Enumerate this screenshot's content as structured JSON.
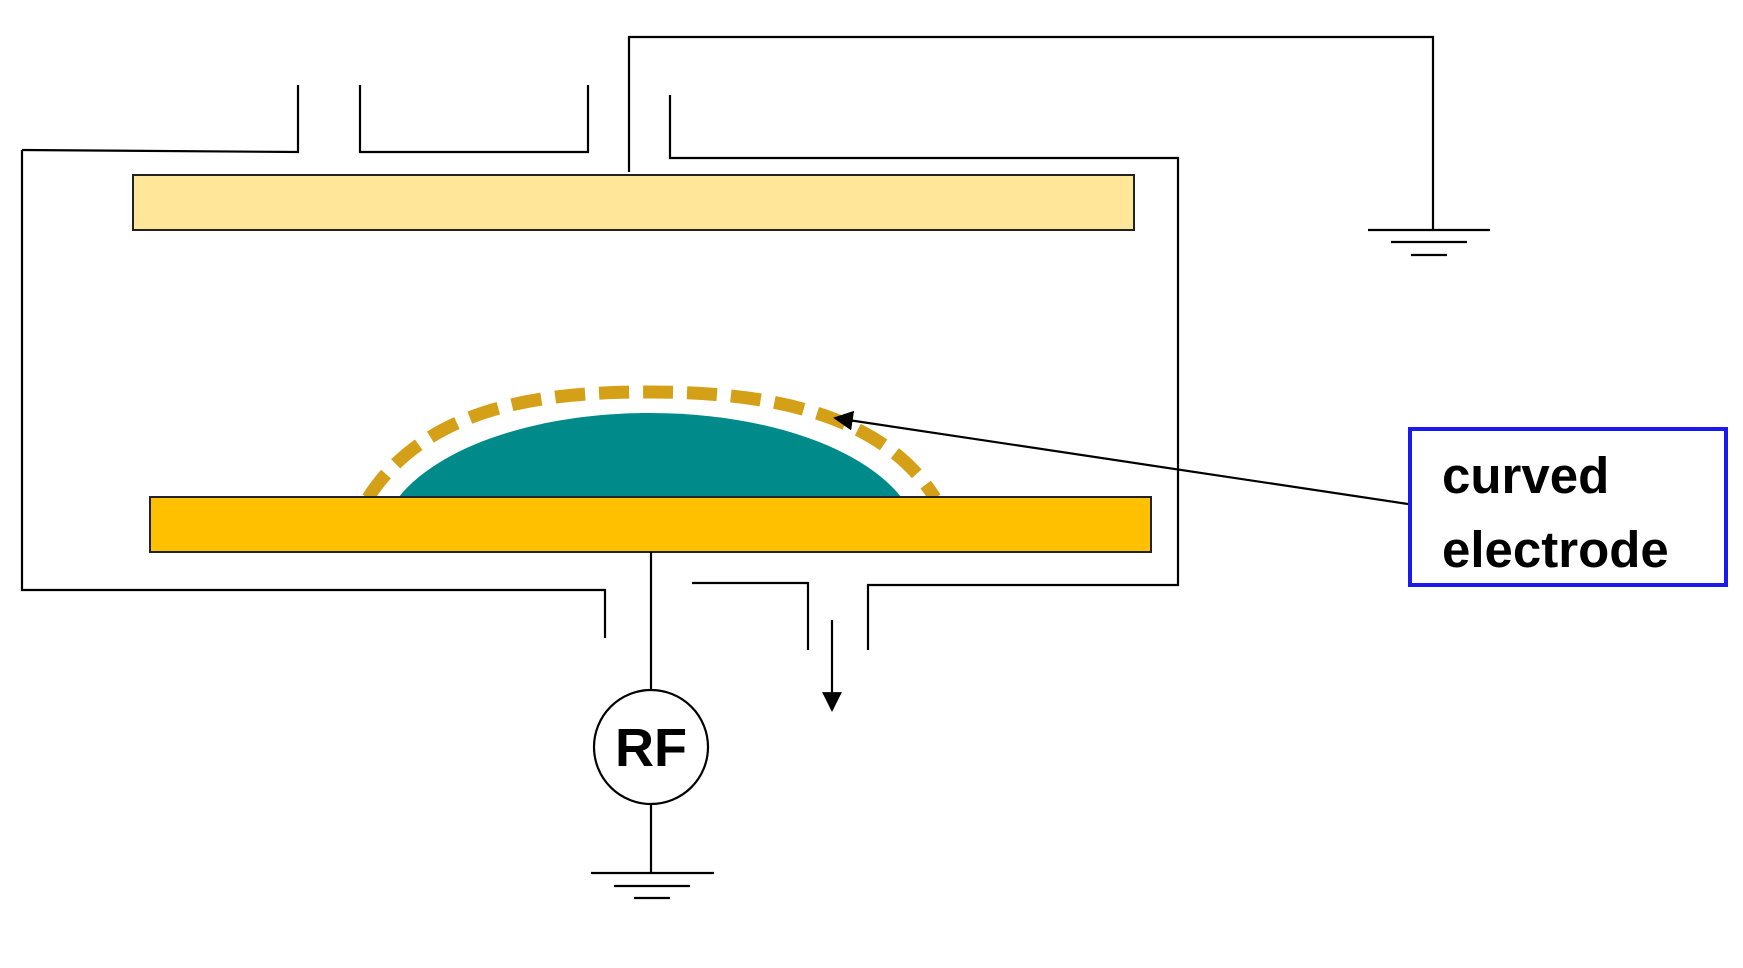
{
  "colors": {
    "top_electrode": "#FFE699",
    "bottom_electrode": "#FFC000",
    "substrate_dome": "#008A8A",
    "curved_electrode_dashes": "#D4A017",
    "label_border": "#1A1AEE",
    "wire": "#000000"
  },
  "components": {
    "rf_source": {
      "label": "RF"
    },
    "label_box": {
      "line1": "curved",
      "line2": "electrode"
    },
    "ground_symbols": [
      "ground-icon",
      "ground-icon"
    ],
    "pump_arrow": "arrow-down-icon"
  }
}
